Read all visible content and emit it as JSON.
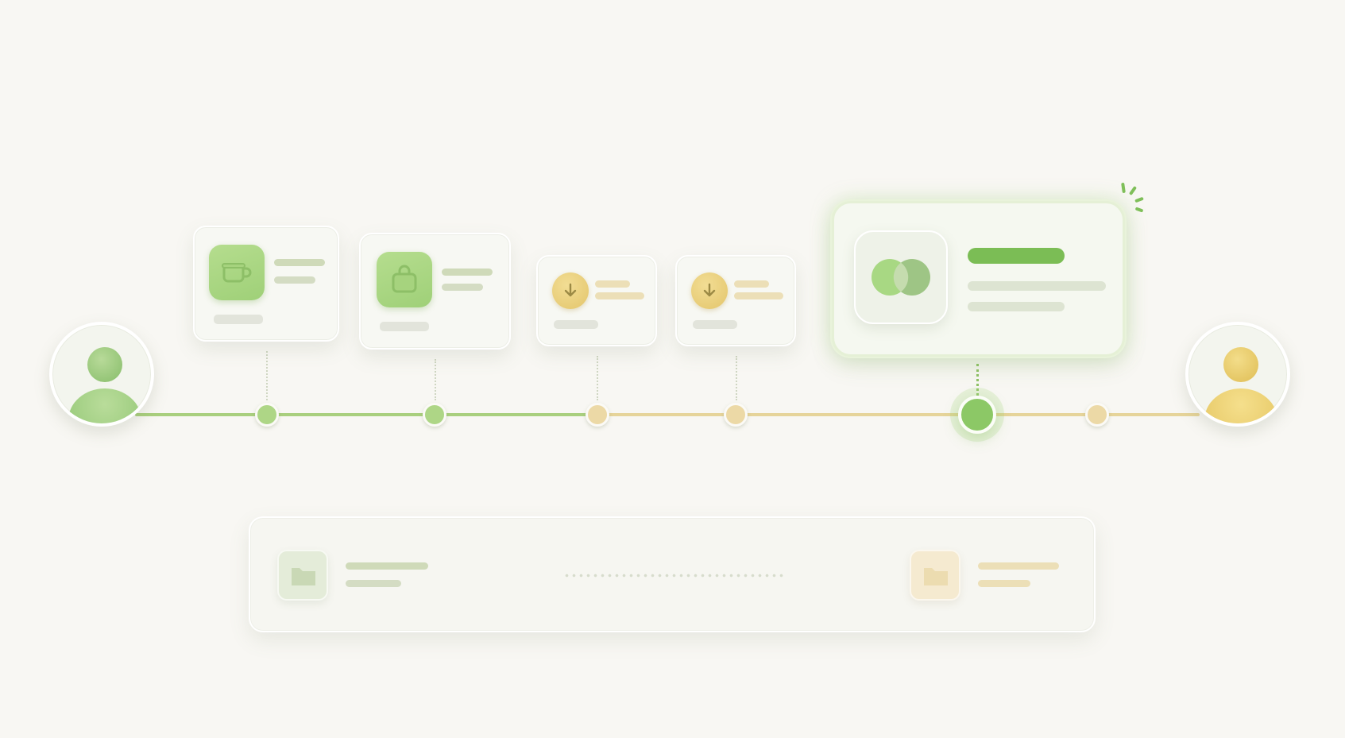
{
  "colors": {
    "background": "#f8f7f3",
    "accent_green": "#7bbd55",
    "accent_yellow": "#e2c15a",
    "rail_green": "#a9cf7e",
    "rail_yellow": "#e6d49a"
  },
  "start_avatar": {
    "icon": "user-icon",
    "color": "green"
  },
  "end_avatar": {
    "icon": "user-icon",
    "color": "yellow"
  },
  "steps": [
    {
      "icon": "cup-icon",
      "color": "green"
    },
    {
      "icon": "shopping-bag-icon",
      "color": "green"
    },
    {
      "icon": "download-icon",
      "color": "yellow"
    },
    {
      "icon": "download-icon",
      "color": "yellow"
    },
    {
      "icon": "overlapping-circles-icon",
      "color": "green",
      "highlighted": true
    },
    {
      "icon": "none",
      "color": "yellow"
    }
  ],
  "bottom_panel": {
    "left_icon": "folder-icon",
    "right_icon": "folder-icon"
  }
}
